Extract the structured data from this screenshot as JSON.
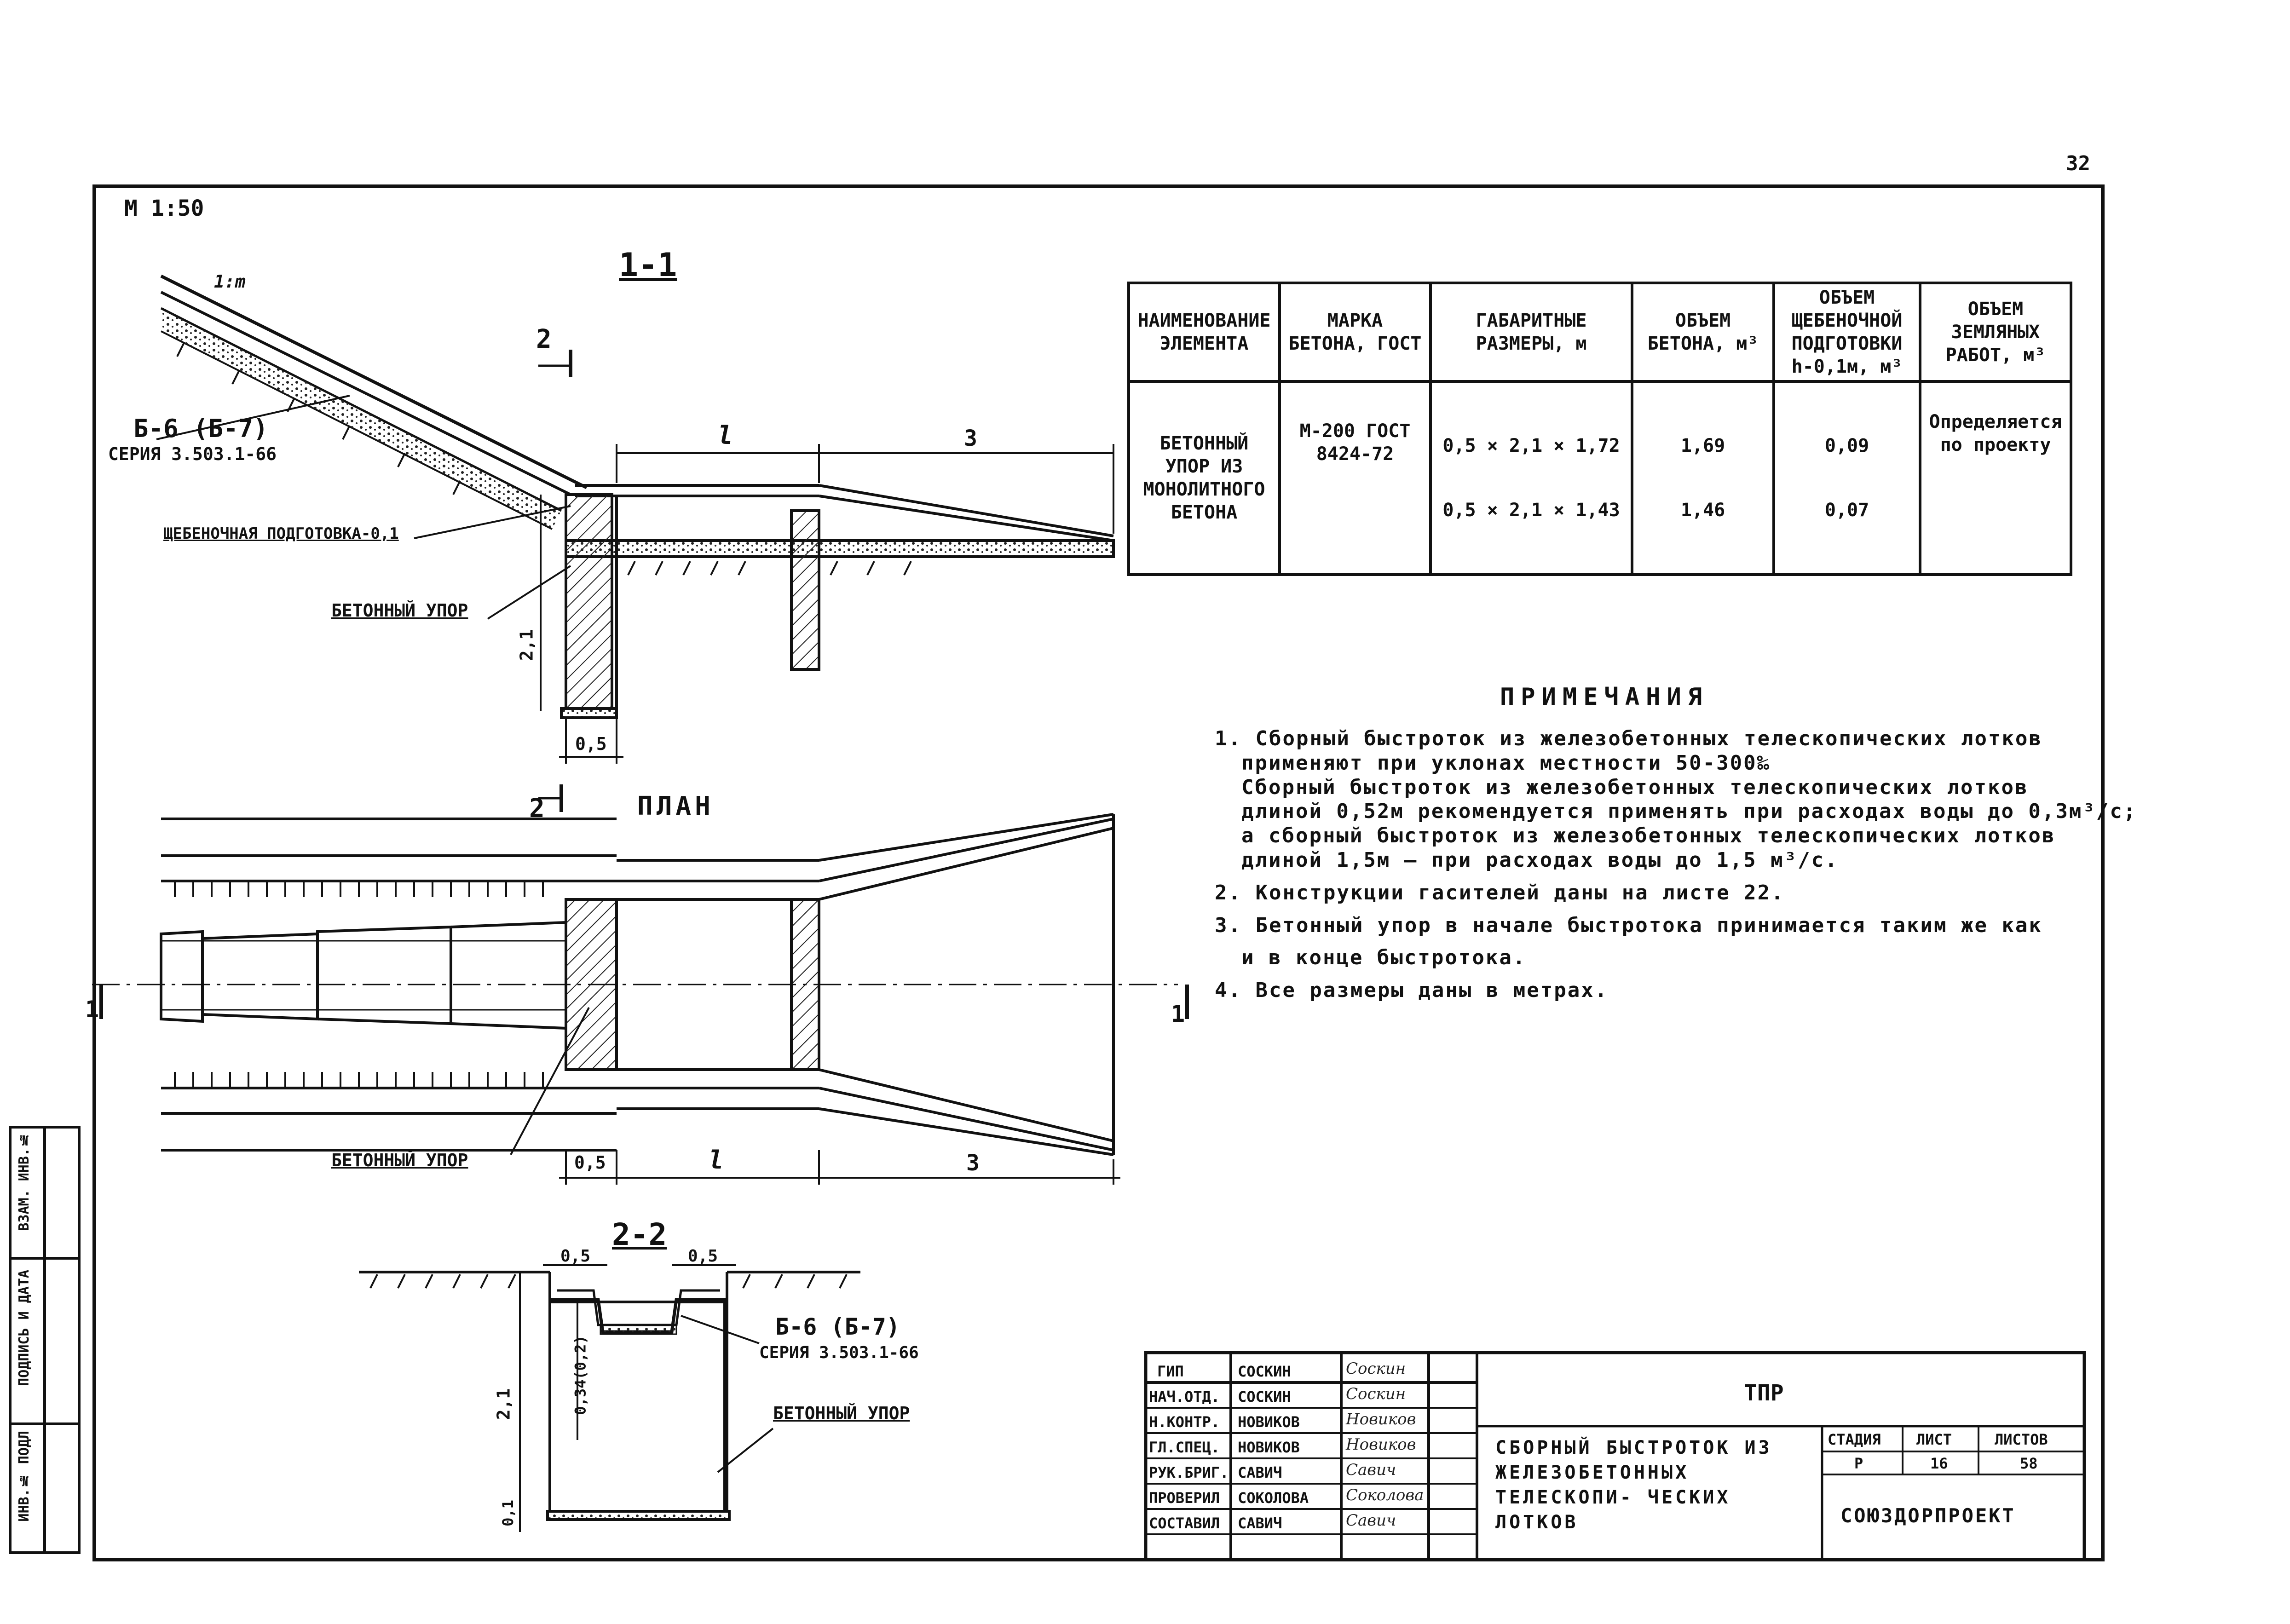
{
  "page_number": "32",
  "scale": "М 1:50",
  "section_1_1": {
    "title": "1-1",
    "section_mark": "2",
    "slope_label": "1:m",
    "panel_label": "Б-6 (Б-7)",
    "panel_series": "СЕРИЯ 3.503.1-66",
    "gravel_label": "ЩЕБЕНОЧНАЯ ПОДГОТОВКА-0,1",
    "stop_label": "БЕТОННЫЙ УПОР",
    "dim_l": "l",
    "dim_3": "3",
    "dim_height": "2,1",
    "dim_width": "0,5"
  },
  "plan": {
    "title": "ПЛАН",
    "section_mark": "2",
    "cut_mark_left": "1",
    "cut_mark_right": "1",
    "stop_label": "БЕТОННЫЙ УПОР",
    "dim_05": "0,5",
    "dim_l": "l",
    "dim_3": "3"
  },
  "section_2_2": {
    "title": "2-2",
    "dim_left": "0,5",
    "dim_right": "0,5",
    "panel_label": "Б-6 (Б-7)",
    "panel_series": "СЕРИЯ 3.503.1-66",
    "stop_label": "БЕТОННЫЙ УПОР",
    "dim_height": "2,1",
    "dim_inner": "0,34(0,2)",
    "dim_base": "0,1"
  },
  "element_table": {
    "headers": [
      "НАИМЕНОВАНИЕ ЭЛЕМЕНТА",
      "МАРКА БЕТОНА, ГОСТ",
      "ГАБАРИТНЫЕ РАЗМЕРЫ, м",
      "ОБЪЕМ БЕТОНА, м³",
      "ОБЪЕМ ЩЕБЕНОЧНОЙ ПОДГОТОВКИ h-0,1м, м³",
      "ОБЪЕМ ЗЕМЛЯНЫХ РАБОТ, м³"
    ],
    "row": {
      "name": "БЕТОННЫЙ УПОР ИЗ МОНОЛИТНОГО БЕТОНА",
      "grade": "М-200 ГОСТ 8424-72",
      "dims_1": "0,5 × 2,1 × 1,72",
      "dims_2": "0,5 × 2,1 × 1,43",
      "concrete_1": "1,69",
      "concrete_2": "1,46",
      "gravel_1": "0,09",
      "gravel_2": "0,07",
      "earth": "Определяется по проекту"
    }
  },
  "notes": {
    "title": "ПРИМЕЧАНИЯ",
    "lines": [
      "1. Сборный быстроток из железобетонных телескопических лотков",
      "применяют при уклонах местности 50-300‰",
      "Сборный быстроток из железобетонных телескопических лотков",
      "длиной 0,52м рекомендуется применять при расходах воды до 0,3м³/с;",
      "а сборный быстроток из железобетонных телескопических лотков",
      "длиной 1,5м — при расходах воды до 1,5 м³/с.",
      "2. Конструкции гасителей даны на листе 22.",
      "3. Бетонный упор в начале быстротока принимается таким же как",
      "и в конце быстротока.",
      "4. Все размеры даны в метрах."
    ]
  },
  "title_block": {
    "roles": [
      "ГИП",
      "НАЧ.ОТД.",
      "Н.КОНТР.",
      "ГЛ.СПЕЦ.",
      "РУК.БРИГ.",
      "ПРОВЕРИЛ",
      "СОСТАВИЛ"
    ],
    "names": [
      "СОСКИН",
      "СОСКИН",
      "НОВИКОВ",
      "НОВИКОВ",
      "САВИЧ",
      "СОКОЛОВА",
      "САВИЧ"
    ],
    "signatures": [
      "Соскин",
      "Соскин",
      "Новиков",
      "Новиков",
      "Савич",
      "Соколова",
      "Савич"
    ],
    "code": "ТПР",
    "description": "СБОРНЫЙ БЫСТРОТОК ИЗ ЖЕЛЕЗОБЕТОННЫХ ТЕЛЕСКОПИ- ЧЕСКИХ ЛОТКОВ",
    "stage_label": "СТАДИЯ",
    "sheet_label": "ЛИСТ",
    "sheets_label": "ЛИСТОВ",
    "stage": "Р",
    "sheet": "16",
    "sheets": "58",
    "organization": "СОЮЗДОРПРОЕКТ"
  },
  "side_stamp": [
    "ИНВ.№ ПОДЛ",
    "ПОДПИСЬ И ДАТА",
    "ВЗАМ. ИНВ.№"
  ]
}
